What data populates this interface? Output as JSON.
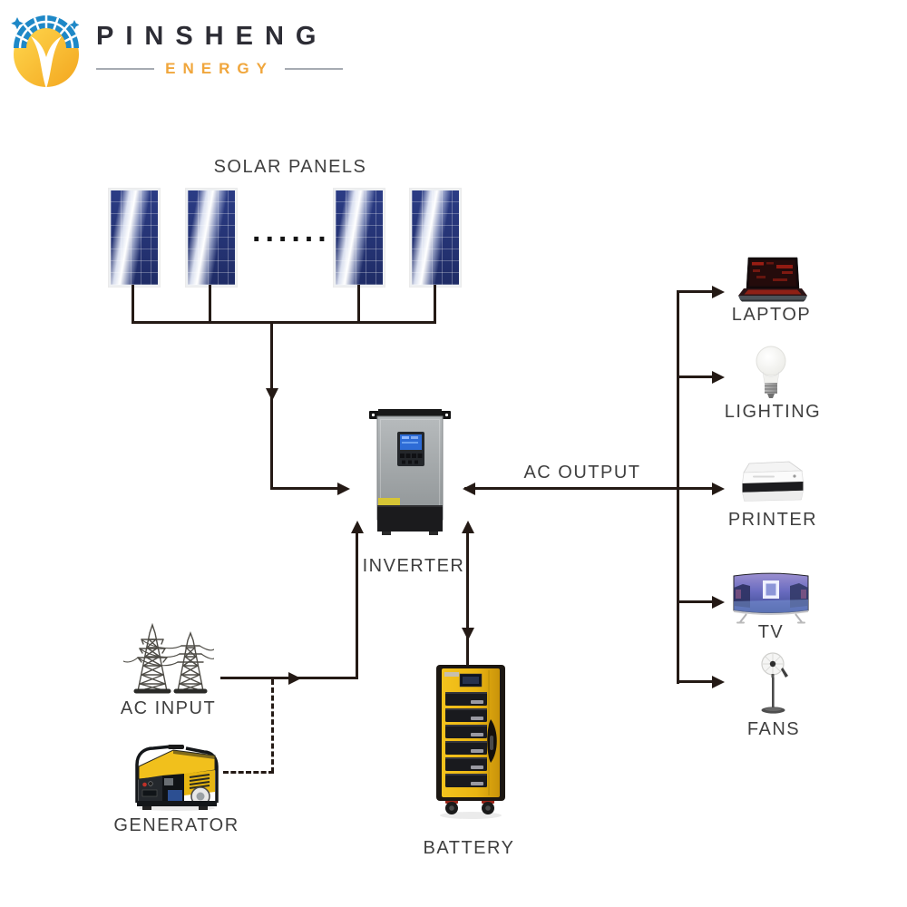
{
  "header": {
    "brand": "PINSHENG",
    "brand_sub": "ENERGY",
    "brand_color": "#2d2d35",
    "accent_color": "#f0a63c",
    "logo_icon": "sun-solar-panel-logo"
  },
  "diagram": {
    "line_color": "#241a15",
    "label_color": "#3f3f3f",
    "solar": {
      "label": "SOLAR PANELS",
      "panel_count": 4,
      "ellipsis": "......"
    },
    "inverter": {
      "label": "INVERTER",
      "icon": "hybrid-inverter"
    },
    "battery": {
      "label": "BATTERY",
      "icon": "battery-cabinet"
    },
    "ac_input": {
      "label": "AC INPUT",
      "icon": "power-grid-towers"
    },
    "generator": {
      "label": "GENERATOR",
      "icon": "portable-generator"
    },
    "ac_output": {
      "label": "AC OUTPUT"
    },
    "loads": [
      {
        "label": "LAPTOP",
        "icon": "laptop-icon"
      },
      {
        "label": "LIGHTING",
        "icon": "light-bulb-icon"
      },
      {
        "label": "PRINTER",
        "icon": "printer-icon"
      },
      {
        "label": "TV",
        "icon": "tv-icon"
      },
      {
        "label": "FANS",
        "icon": "pedestal-fan-icon"
      }
    ]
  }
}
